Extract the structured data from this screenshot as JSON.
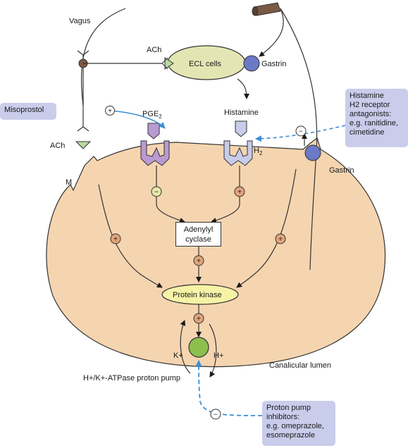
{
  "labels": {
    "vagus": "Vagus",
    "ach_top": "ACh",
    "ach_left": "ACh",
    "ecl_cells": "ECL cells",
    "gastrin_top": "Gastrin",
    "gastrin_right": "Gastrin",
    "pge2": "PGE",
    "pge2_sub": "2",
    "histamine": "Histamine",
    "h2": "H",
    "h2_sub": "2",
    "m": "M",
    "adenylyl_1": "Adenylyl",
    "adenylyl_2": "cyclase",
    "protein_kinase": "Protein kinase",
    "k_plus": "K+",
    "h_plus": "H+",
    "canalicular": "Canalicular lumen",
    "pump": "H+/K+-ATPase proton pump",
    "plus": "+",
    "minus": "−"
  },
  "callouts": {
    "misoprostol": "Misoprostol",
    "h2_antagonists": [
      "Histamine",
      "H2 receptor",
      "antagonists:",
      "e.g. ranitidine,",
      "cimetidine"
    ],
    "ppi": [
      "Proton pump",
      "inhibitors:",
      "e.g. omeprazole,",
      "esomeprazole"
    ]
  },
  "colors": {
    "cell_fill": "#f5d5b0",
    "ecl_fill": "#e3e6b3",
    "callout_fill": "#c9cdeb",
    "gastrin_blue": "#6c79c6",
    "pge2_receptor": "#b99ad1",
    "h2_receptor": "#c8cbea",
    "plus_circle": "#e0a47c",
    "minus_circle": "#e6e7a9",
    "pump_green": "#8dbf4f",
    "drug_arrow": "#3b8fd3",
    "ach_green": "#b9d9a2",
    "nerve_brown": "#7a5a44"
  }
}
